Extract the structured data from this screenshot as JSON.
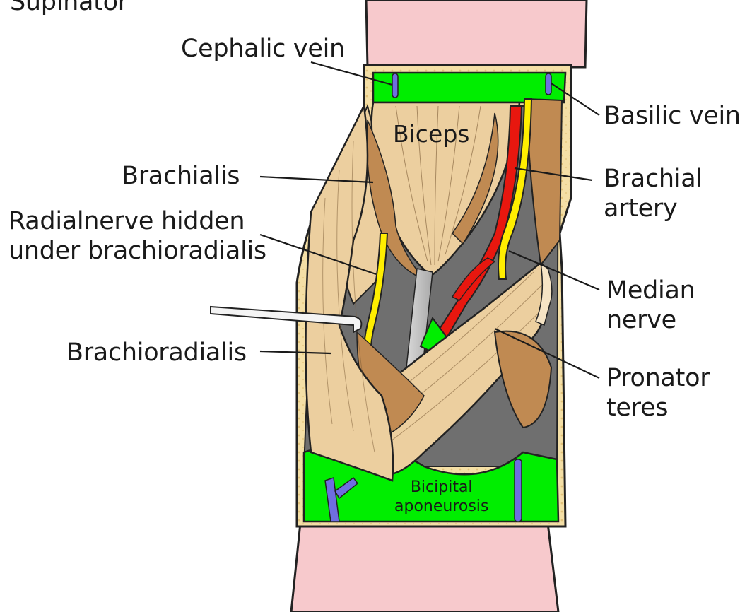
{
  "labels": {
    "supinator": "Supinator",
    "cephalic_vein": "Cephalic vein",
    "basilic_vein": "Basilic vein",
    "biceps": "Biceps",
    "brachialis": "Brachialis",
    "brachial_artery": "Brachial\nartery",
    "radial_nerve": "Radialnerve hidden\nunder brachioradialis",
    "median_nerve": "Median\nnerve",
    "brachioradialis": "Brachioradialis",
    "pronator_teres": "Pronator\nteres",
    "bicipital_aponeurosis": "Bicipital\naponeurosis"
  },
  "colors": {
    "skin": "#f7c9cc",
    "fat": "#f2dca2",
    "muscle_light": "#eccf9f",
    "muscle_dark": "#c08a52",
    "fascia_green": "#00ee00",
    "artery_red": "#e8170f",
    "nerve_yellow": "#ffee00",
    "vein_blue": "#6e6ee0",
    "cavity_gray": "#6f6f6f"
  }
}
